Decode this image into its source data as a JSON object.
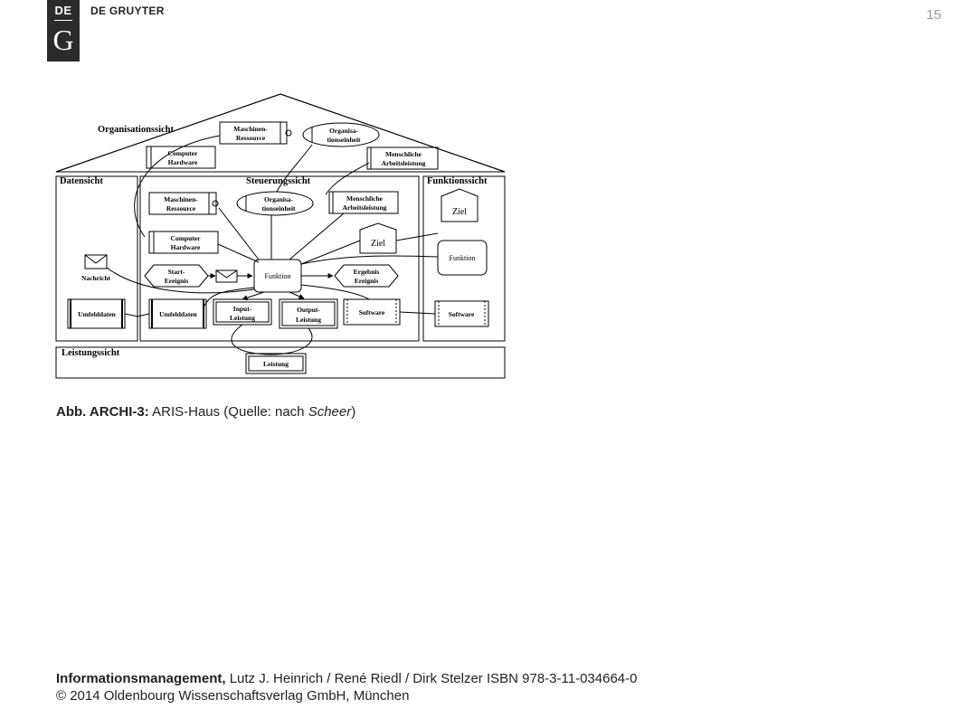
{
  "header": {
    "logo_top": "DE",
    "logo_bottom": "G",
    "brand": "DE GRUYTER",
    "page_number": "15"
  },
  "diagram": {
    "sections": {
      "organisation": "Organisationssicht",
      "daten": "Datensicht",
      "steuerung": "Steuerungssicht",
      "funktion": "Funktionssicht",
      "leistung": "Leistungssicht"
    },
    "org_top": {
      "maschinen_1": "Maschinen-",
      "maschinen_2": "Ressource",
      "organisa_1": "Organisa-",
      "organisa_2": "tionseinheit",
      "computer_1": "Computer",
      "computer_2": "Hardware",
      "mensch_1": "Menschliche",
      "mensch_2": "Arbeitsleistung"
    },
    "steuerung": {
      "maschinen_1": "Maschinen-",
      "maschinen_2": "Ressource",
      "organisa_1": "Organisa-",
      "organisa_2": "tionseinheit",
      "mensch_1": "Menschliche",
      "mensch_2": "Arbeitsleistung",
      "computer_1": "Computer",
      "computer_2": "Hardware",
      "ziel": "Ziel",
      "start_1": "Start-",
      "start_2": "Ereignis",
      "funktion": "Funktion",
      "ergebnis_1": "Ergebnis",
      "ergebnis_2": "Ereignis",
      "umfelddaten": "Umfelddaten",
      "input_1": "Input-",
      "input_2": "Leistung",
      "output_1": "Output-",
      "output_2": "Leistung",
      "software": "Software"
    },
    "daten": {
      "nachricht": "Nachricht",
      "umfelddaten": "Umfelddaten"
    },
    "funktionssicht": {
      "ziel": "Ziel",
      "funktion": "Funktion",
      "software": "Software"
    },
    "leistungssicht": {
      "leistung": "Leistung"
    }
  },
  "caption": {
    "label": "Abb. ARCHI-3:",
    "text": " ARIS-Haus (Quelle: nach ",
    "source": "Scheer",
    "end": ")"
  },
  "footer": {
    "title": "Informationsmanagement,",
    "authors": " Lutz J. Heinrich / René Riedl / Dirk Stelzer ISBN 978-3-11-034664-0",
    "copyright": "© 2014 Oldenbourg Wissenschaftsverlag GmbH, München"
  }
}
